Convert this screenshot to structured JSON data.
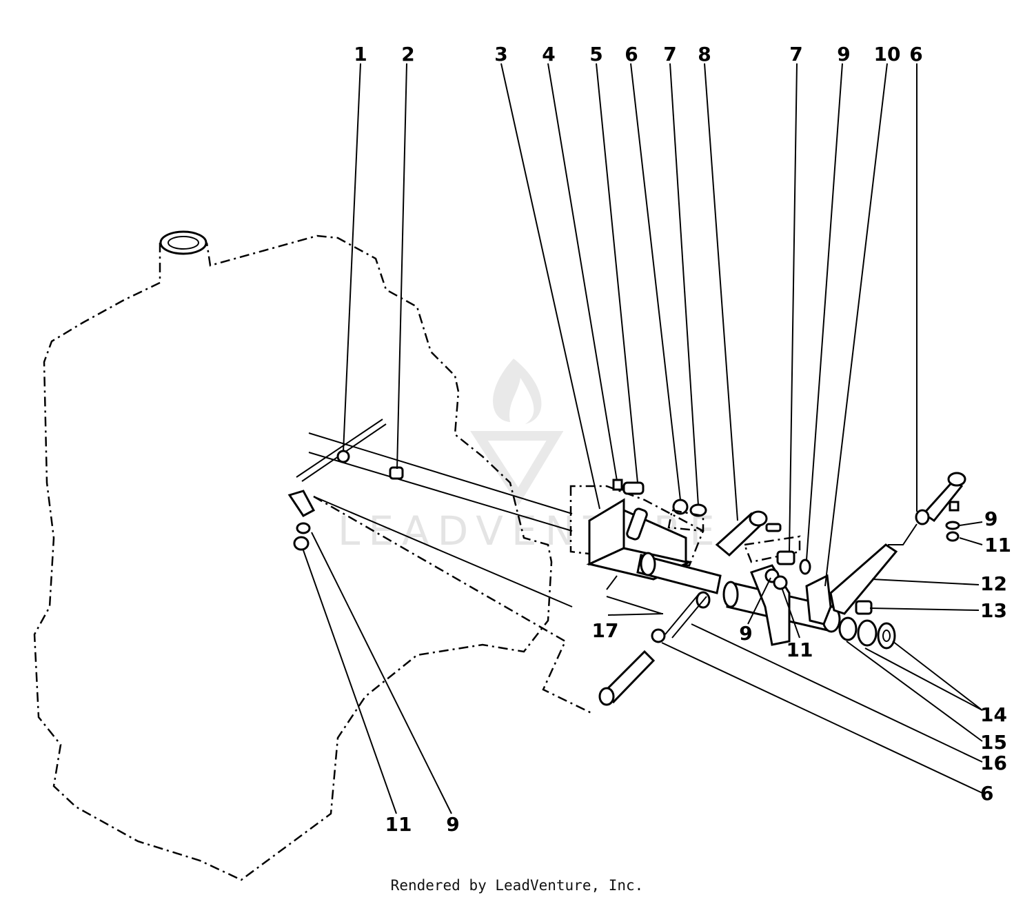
{
  "diagram": {
    "callouts_top": [
      "1",
      "2",
      "3",
      "4",
      "5",
      "6",
      "7",
      "8",
      "7",
      "9",
      "10",
      "6"
    ],
    "callouts_right": [
      "9",
      "11",
      "12",
      "13",
      "14",
      "15",
      "16",
      "6"
    ],
    "callouts_inner": [
      "17",
      "9",
      "11"
    ],
    "callouts_bottom": [
      "11",
      "9"
    ]
  },
  "watermark": "LEADVENTURE",
  "footer": {
    "credit": "Rendered by LeadVenture, Inc."
  }
}
